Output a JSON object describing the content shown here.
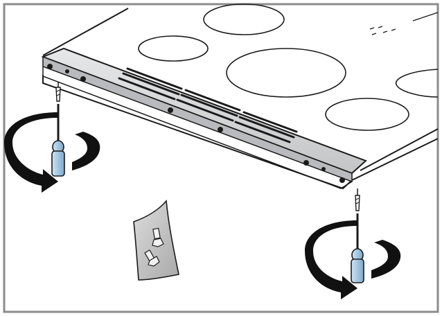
{
  "figure": {
    "subject": "cooktop",
    "parts": [
      {
        "part": "hob-surface",
        "icon": "cooktop-surface"
      },
      {
        "part": "cooking-zone",
        "icon": "cooking-zone-outline",
        "count": 5
      },
      {
        "part": "front-trim-strip",
        "icon": "vented-trim-strip"
      },
      {
        "part": "screw",
        "icon": "screw-icon",
        "count": 2
      },
      {
        "part": "screwdriver",
        "icon": "screwdriver-icon",
        "count": 2
      },
      {
        "part": "rotation-arrow",
        "icon": "clockwise-rotation-arrow",
        "count": 2
      },
      {
        "part": "screw-bag",
        "icon": "screw-bag-icon"
      }
    ],
    "colors": {
      "frame": "#8c8c8c",
      "outline": "#1a1a1a",
      "trim_fill": "#cfd0d2",
      "driver_handle": "#9fc3df",
      "arrow": "#111111",
      "bag": "#c9c9c9"
    }
  }
}
